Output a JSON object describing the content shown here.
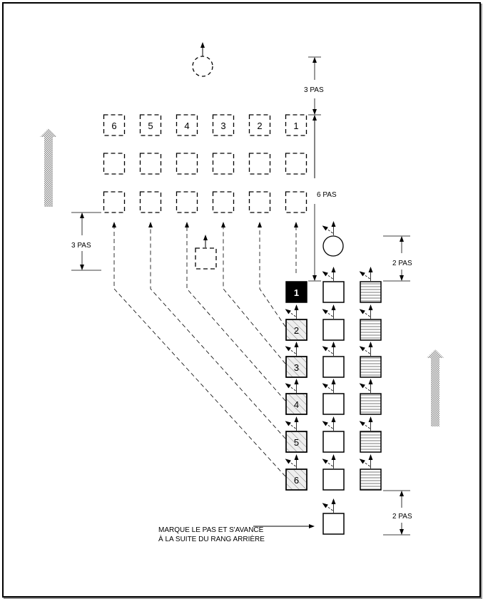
{
  "dimensions": {
    "top": "3 PAS",
    "middle": "6 PAS",
    "left": "3 PAS",
    "right_top": "2 PAS",
    "right_bottom": "2 PAS"
  },
  "ghost_rank_numbers": [
    "6",
    "5",
    "4",
    "3",
    "2",
    "1"
  ],
  "file_numbers": [
    "1",
    "2",
    "3",
    "4",
    "5",
    "6"
  ],
  "note": {
    "line1": "MARQUE LE PAS ET S'AVANCE",
    "line2": "À LA SUITE DU RANG ARRIÈRE"
  },
  "colors": {
    "line": "#000000",
    "leader": "#ffffff",
    "stipple": "#999999"
  }
}
